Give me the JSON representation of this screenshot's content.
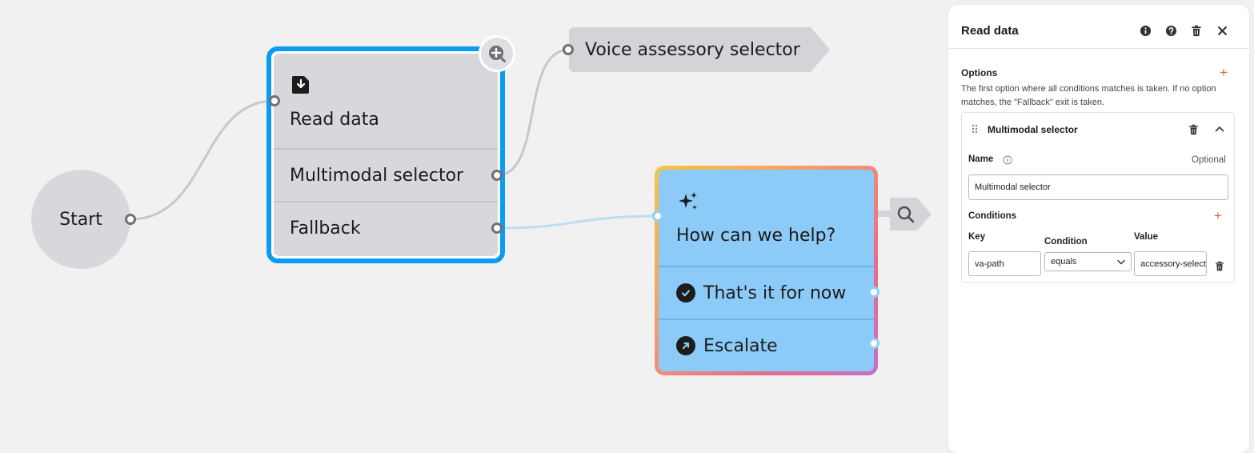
{
  "canvas": {
    "start_label": "Start",
    "read_node": {
      "title": "Read data",
      "rows": [
        "Multimodal selector",
        "Fallback"
      ]
    },
    "voice_tag": "Voice assessory selector",
    "ai_node": {
      "title": "How can we help?",
      "rows": [
        "That's it for now",
        "Escalate"
      ]
    },
    "icons": {
      "read_node": "download-file-icon",
      "zoom": "zoom-in-icon",
      "ai": "sparkles-icon",
      "done": "check-circle-icon",
      "escalate": "arrow-up-right-circle-icon",
      "search": "search-icon"
    }
  },
  "panel": {
    "title": "Read data",
    "options_label": "Options",
    "options_desc": "The first option where all conditions matches is taken. If no option matches, the \"Fallback\" exit is taken.",
    "card": {
      "title": "Multimodal selector",
      "name_label": "Name",
      "name_optional": "Optional",
      "name_value": "Multimodal selector",
      "conditions_label": "Conditions",
      "col_key": "Key",
      "col_condition": "Condition",
      "col_value": "Value",
      "key_value": "va-path",
      "condition_value": "equals",
      "value_value": "accessory-selector"
    }
  },
  "colors": {
    "selected_border": "#0a9cf2",
    "ai_fill": "#8ccbf7",
    "accent_plus": "#e8603a"
  }
}
